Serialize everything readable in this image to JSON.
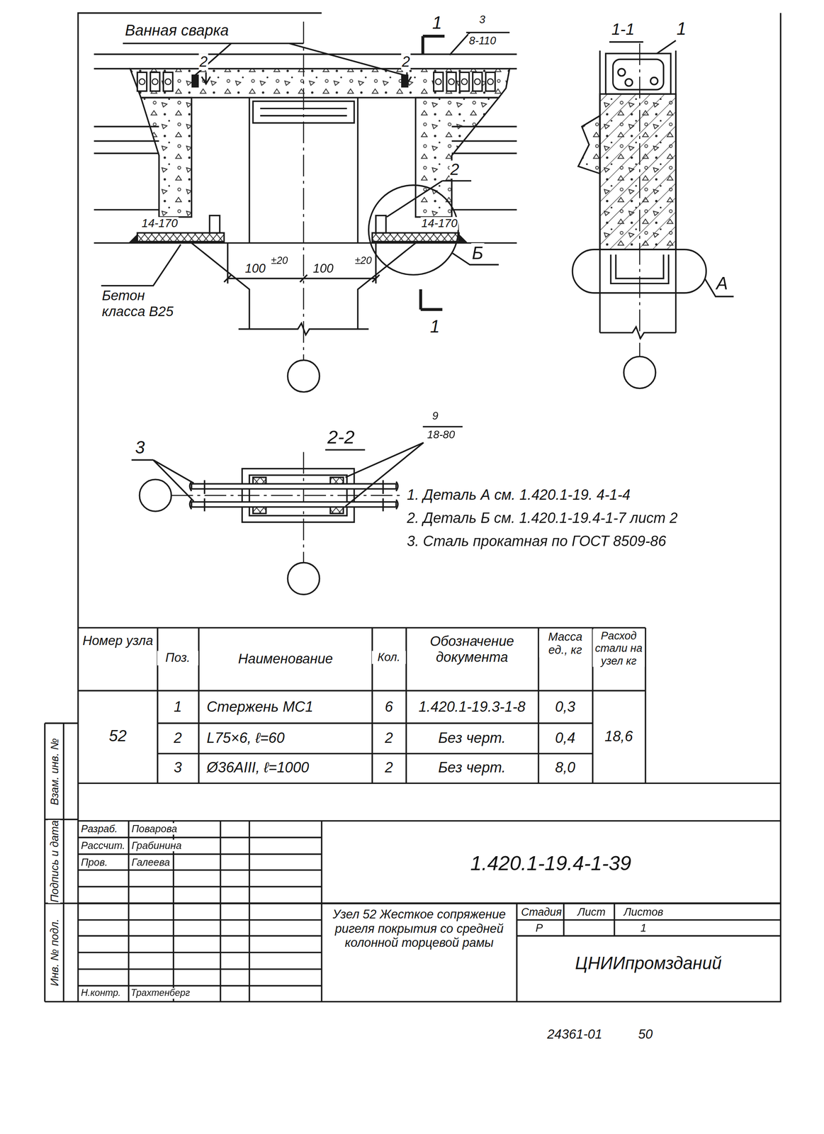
{
  "diagram": {
    "labels": [
      "Ванная сварка",
      "1",
      "3",
      "8-110",
      "2",
      "2",
      "1-1",
      "1",
      "2",
      "14-170",
      "14-170",
      "100",
      "±20",
      "100",
      "±20",
      "Б",
      "Бетон класса В25",
      "А",
      "1",
      "2-2",
      "9",
      "18-80",
      "3",
      "1. Деталь А см. 1.420.1-19. 4-1-4",
      "2. Деталь Б см. 1.420.1-19.4-1-7 лист 2",
      "3. Сталь прокатная по ГОСТ 8509-86",
      "Номер узла",
      "Поз.",
      "Наименование",
      "Кол.",
      "Обозначение документа",
      "Масса ед., кг",
      "Расход стали на узел кг",
      "52",
      "1",
      "Стержень МС1",
      "6",
      "1.420.1-19.3-1-8",
      "0,3",
      "2",
      "L75×6, ℓ=60",
      "2",
      "Без черт.",
      "0,4",
      "3",
      "Ø36АIII, ℓ=1000",
      "2",
      "Без черт.",
      "8,0",
      "18,6",
      "Разраб.",
      "Поварова",
      "Рассчит.",
      "Грабинина",
      "Пров.",
      "Галеева",
      "Н.контр.",
      "Трахтенберг",
      "1.420.1-19.4-1-39",
      "Узел 52 Жесткое сопряжение ригеля покрытия со средней колонной торцевой рамы",
      "Стадия",
      "Лист",
      "Листов",
      "Р",
      "1",
      "ЦНИИпромзданий",
      "24361-01",
      "50",
      "Взам. инв. №",
      "Подпись и дата",
      "Инв. № подл."
    ]
  }
}
